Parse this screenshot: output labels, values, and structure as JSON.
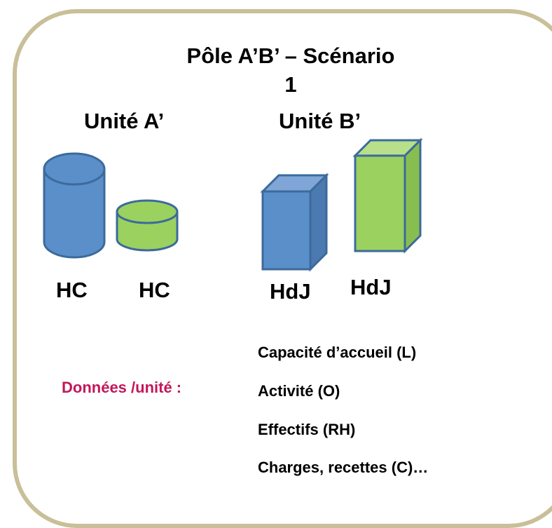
{
  "title_line1": "Pôle A’B’ – Scénario",
  "title_line2": "1",
  "unit_a_label": "Unité A’",
  "unit_b_label": "Unité B’",
  "shape_labels": [
    "HC",
    "HC",
    "HdJ",
    "HdJ"
  ],
  "data_label": "Données /unité :",
  "data_items": [
    "Capacité d’accueil (L)",
    "Activité (O)",
    "Effectifs (RH)",
    "Charges, recettes (C)…"
  ],
  "colors": {
    "frame": "#c9bf98",
    "blue": "#5b8fc9",
    "blue_dark": "#3c6a9c",
    "green": "#9bd15f",
    "accent_text": "#c2185b"
  }
}
